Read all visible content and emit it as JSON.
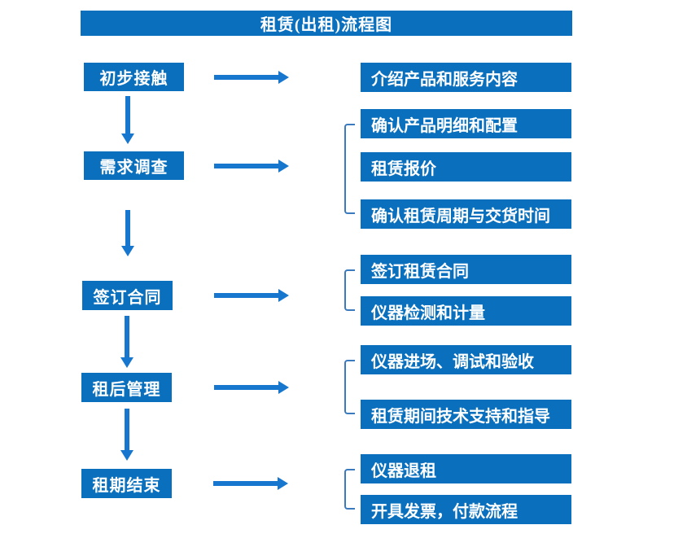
{
  "title": "租赁(出租)流程图",
  "colors": {
    "box_blue": "#0a70be",
    "arrow_blue": "#1777cf",
    "bracket_blue": "#3a7abd",
    "text_white": "#ffffff"
  },
  "steps": [
    {
      "label": "初步接触"
    },
    {
      "label": "需求调查"
    },
    {
      "label": "签订合同"
    },
    {
      "label": "租后管理"
    },
    {
      "label": "租期结束"
    }
  ],
  "outputs": [
    {
      "label": "介绍产品和服务内容"
    },
    {
      "label": "确认产品明细和配置"
    },
    {
      "label": "租赁报价"
    },
    {
      "label": "确认租赁周期与交货时间"
    },
    {
      "label": "签订租赁合同"
    },
    {
      "label": "仪器检测和计量"
    },
    {
      "label": "仪器进场、调试和验收"
    },
    {
      "label": "租赁期间技术支持和指导"
    },
    {
      "label": "仪器退租"
    },
    {
      "label": "开具发票，付款流程"
    }
  ]
}
